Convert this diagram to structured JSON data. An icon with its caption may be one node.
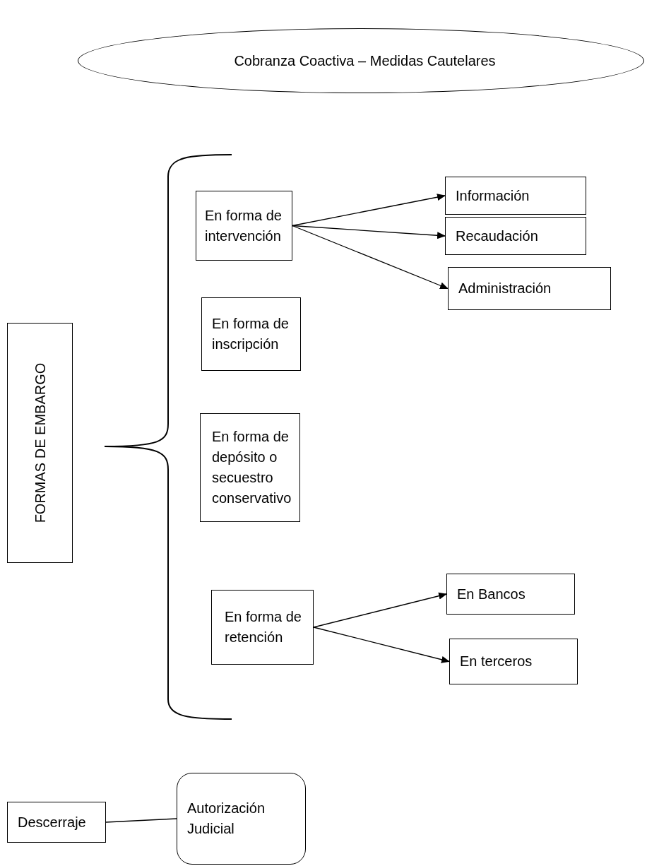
{
  "diagram": {
    "nodes": [
      {
        "text": [
          "Cobranza Coactiva – Medidas Cautelares"
        ]
      },
      {
        "text": [
          "FORMAS DE EMBARGO"
        ]
      },
      {
        "text": [
          "En forma de intervención"
        ]
      },
      {
        "text": [
          "Información"
        ]
      },
      {
        "text": [
          "Recaudación"
        ]
      },
      {
        "text": [
          "Administración"
        ]
      },
      {
        "text": [
          "En forma de inscripción"
        ]
      },
      {
        "text": [
          "En forma de depósito o secuestro conservativo"
        ]
      },
      {
        "text": [
          "En forma de retención"
        ]
      },
      {
        "text": [
          "En Bancos"
        ]
      },
      {
        "text": [
          "En terceros"
        ]
      },
      {
        "text": [
          "Descerraje"
        ]
      },
      {
        "text": [
          "Autorización Judicial"
        ]
      }
    ],
    "edges": [
      {
        "from": 2,
        "to": 3,
        "arrow": "to"
      },
      {
        "from": 2,
        "to": 4,
        "arrow": "to"
      },
      {
        "from": 2,
        "to": 5,
        "arrow": "to"
      },
      {
        "from": 8,
        "to": 9,
        "arrow": "to"
      },
      {
        "from": 8,
        "to": 10,
        "arrow": "to"
      },
      {
        "from": 11,
        "to": 12,
        "arrow": "none"
      }
    ]
  }
}
